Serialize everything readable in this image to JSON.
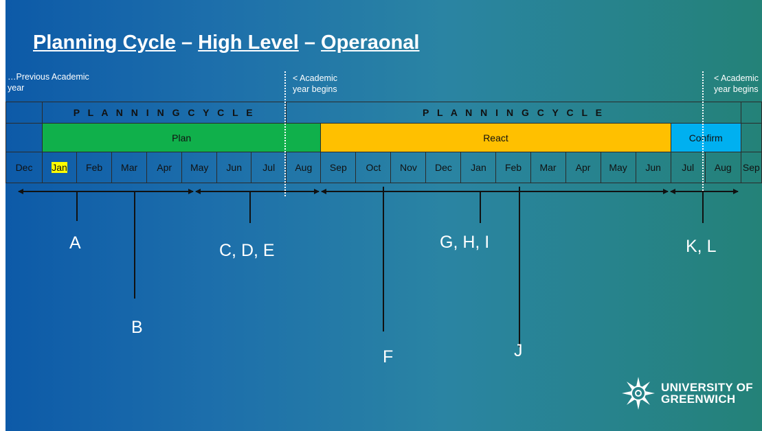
{
  "title": {
    "part1": "Planning Cycle",
    "dash1": " – ",
    "part2": "High Level",
    "dash2": " – ",
    "part3": "Operaonal"
  },
  "notes": {
    "previous": "…Previous Academic year",
    "academic_begins_1": "< Academic year begins",
    "academic_begins_2": "< Academic year begins"
  },
  "planning_cycle_label": "P L A N N I N G C Y C L E",
  "phases": {
    "plan": "Plan",
    "react": "React",
    "confirm": "Confirm"
  },
  "months": [
    "Dec",
    "Jan",
    "Feb",
    "Mar",
    "Apr",
    "May",
    "Jun",
    "Jul",
    "Aug",
    "Sep",
    "Oct",
    "Nov",
    "Dec",
    "Jan",
    "Feb",
    "Mar",
    "Apr",
    "May",
    "Jun",
    "Jul",
    "Aug",
    "Sep"
  ],
  "highlighted_month_index": 1,
  "markers": {
    "a": "A",
    "b": "B",
    "cde": "C, D, E",
    "f": "F",
    "ghi": "G, H, I",
    "j": "J",
    "kl": "K, L"
  },
  "colors": {
    "plan": "#10b04b",
    "react": "#ffc000",
    "confirm": "#00b0f0",
    "highlight": "#ffff00",
    "background_start": "#0d5aa8",
    "background_end": "#248278"
  },
  "logo": {
    "line1": "UNIVERSITY OF",
    "line2": "GREENWICH",
    "icon": "compass-star-icon"
  }
}
